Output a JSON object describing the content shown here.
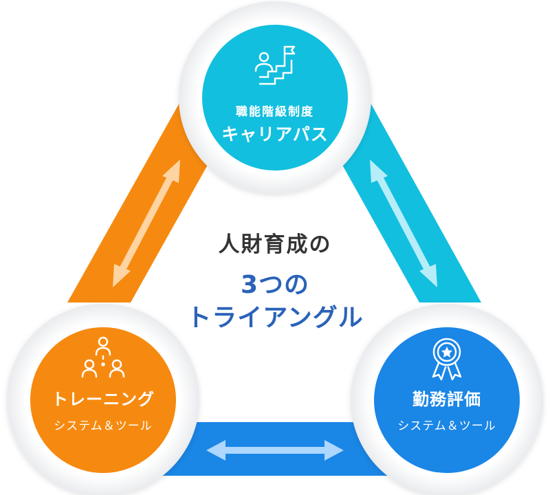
{
  "center": {
    "line1": "人財育成の",
    "line2": "3つの",
    "line3": "トライアングル"
  },
  "nodes": {
    "top": {
      "subtitle": "職能階級制度",
      "title": "キャリアパス",
      "icon": "career-stairs-flag-icon",
      "color": "#12bfdf"
    },
    "left": {
      "title": "トレーニング",
      "subtitle": "システム＆ツール",
      "icon": "training-group-icon",
      "color": "#f68a10"
    },
    "right": {
      "title": "勤務評価",
      "subtitle": "システム＆ツール",
      "icon": "award-medal-icon",
      "color": "#1a86e6"
    }
  },
  "colors": {
    "orange_band": "#f68a10",
    "cyan_band": "#12bfdf",
    "blue_band": "#1a86e6",
    "heading_blue": "#2a62b8",
    "heading_dark": "#333333"
  }
}
